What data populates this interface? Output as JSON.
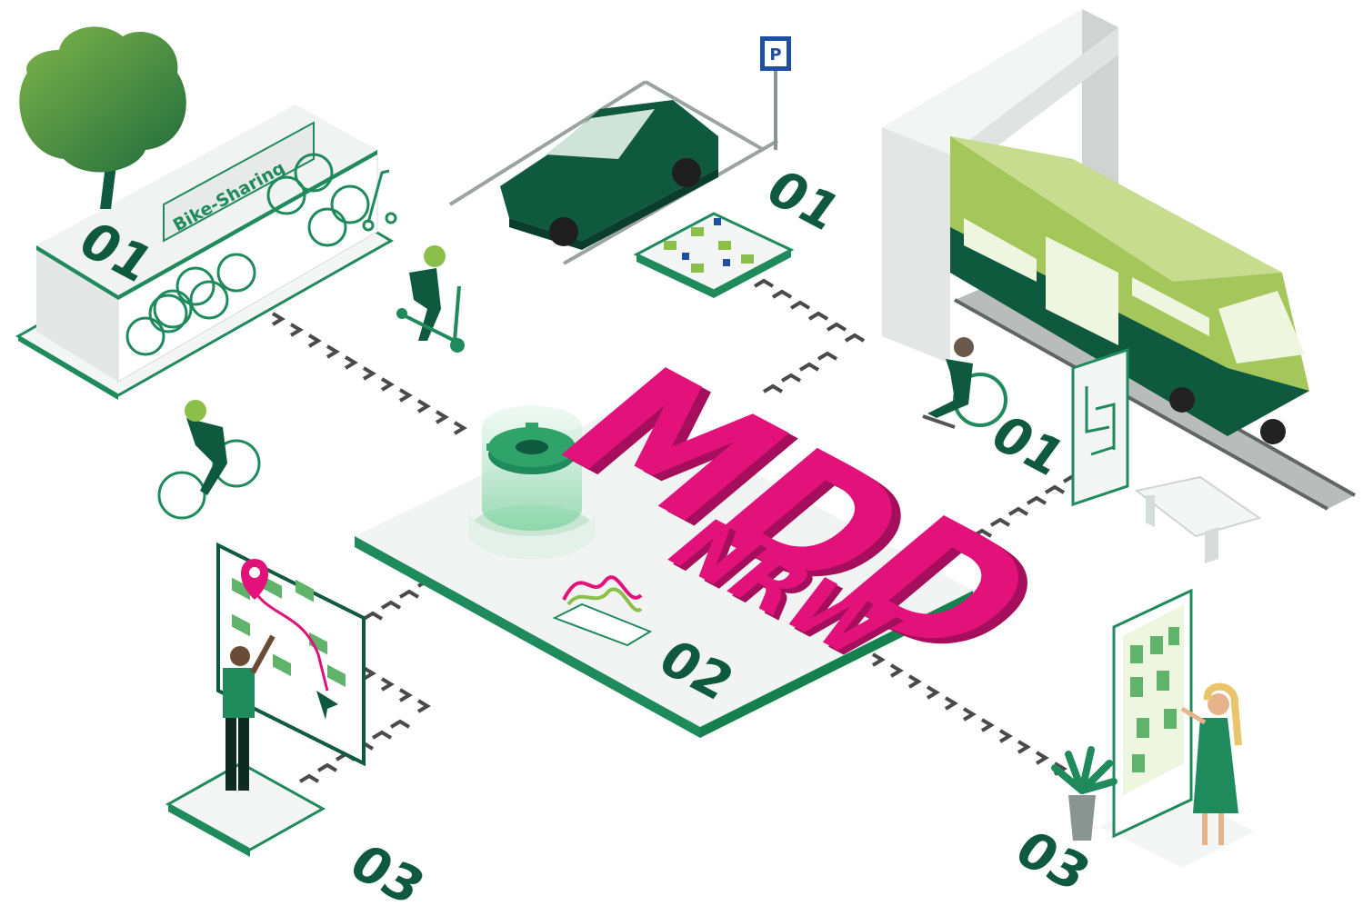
{
  "title_line1": "MDD",
  "title_line2": "NRW",
  "bike_sign": "Bike-Sharing",
  "parking_sign": "P",
  "badges": {
    "bike_station": "01",
    "parking": "01",
    "train": "01",
    "platform": "02",
    "tablet": "03",
    "kiosk": "03"
  },
  "colors": {
    "magenta": "#e2127a",
    "magenta_dark": "#a50e5c",
    "green_dark": "#0f5a3f",
    "green_mid": "#1f8a5c",
    "green_light": "#8cbf4a",
    "lime": "#a5c65a",
    "grey_base": "#e9eeec",
    "road_stripe": "#4a4a4a"
  },
  "icons": [
    "tree-icon",
    "car-icon",
    "train-icon",
    "wheelchair-icon",
    "gear-icon",
    "map-pin-icon",
    "cursor-arrow-icon",
    "plant-icon",
    "bench-icon",
    "parking-sign-icon",
    "scooter-icon",
    "bicycle-icon"
  ]
}
